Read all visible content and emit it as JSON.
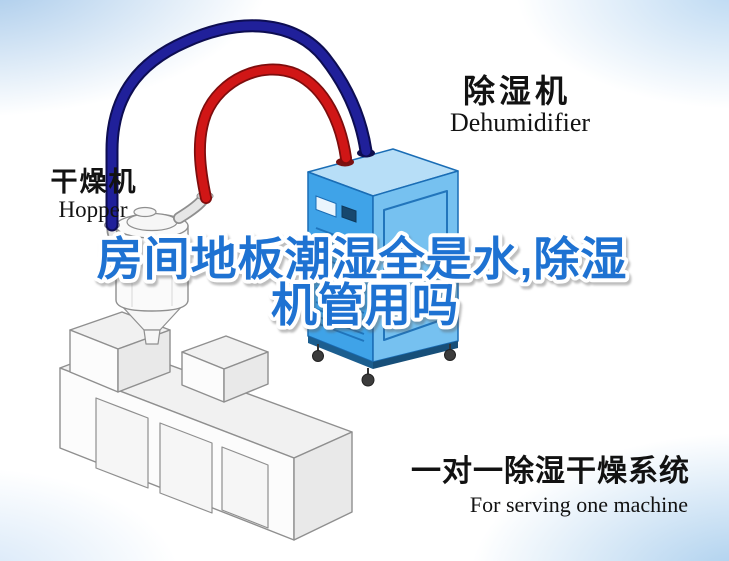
{
  "labels": {
    "dehumidifier_cn": "除湿机",
    "dehumidifier_en": "Dehumidifier",
    "hopper_cn": "干燥机",
    "hopper_en": "Hopper",
    "system_cn": "一对一除湿干燥系统",
    "system_en": "For serving one machine"
  },
  "title": {
    "line1": "房间地板潮湿全是水,除湿",
    "line2": "机管用吗"
  },
  "colors": {
    "title_blue": "#1e72d2",
    "title_outline": "#ffffff",
    "hose_red": "#d01616",
    "hose_red_dark": "#7e0d0d",
    "hose_blue": "#20209a",
    "hose_blue_dark": "#0d0d52",
    "dehum_front": "#3fa3e8",
    "dehum_side": "#76c1f0",
    "dehum_top": "#b7def7",
    "dehum_line": "#1a6db5",
    "machine_fill": "#fafafa",
    "machine_fill_dark": "#e9e9e9",
    "machine_line": "#8f8f8f",
    "text_black": "#121212"
  }
}
